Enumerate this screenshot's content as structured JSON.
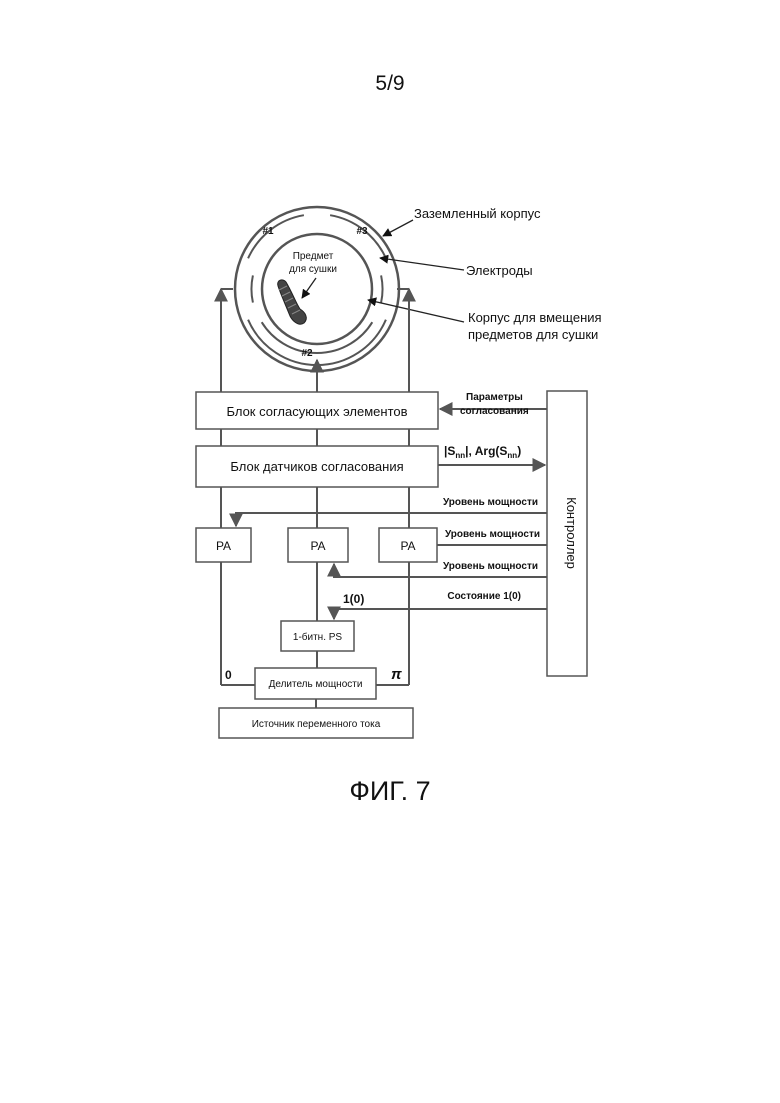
{
  "page_number": "5/9",
  "figure_caption": "ФИГ. 7",
  "labels": {
    "grounded_body": "Заземленный корпус",
    "electrodes": "Электроды",
    "container_line1": "Корпус для вмещения",
    "container_line2": "предметов для сушки",
    "item_line1": "Предмет",
    "item_line2": "для сушки",
    "electrode_1": "#1",
    "electrode_2": "#2",
    "electrode_3": "#3",
    "matching_params_line1": "Параметры",
    "matching_params_line2": "согласования",
    "s_abs_prefix": "|S",
    "s_sub": "nn",
    "s_arg_mid": "|, Arg(S",
    "s_close": ")",
    "power_level_1": "Уровень мощности",
    "power_level_2": "Уровень мощности",
    "power_level_3": "Уровень мощности",
    "state": "Состояние 1(0)",
    "state_value": "1(0)",
    "phase_zero": "0",
    "phase_pi": "π"
  },
  "blocks": {
    "matching_elements": "Блок согласующих элементов",
    "matching_sensors": "Блок датчиков согласования",
    "pa_left": "PA",
    "pa_center": "PA",
    "pa_right": "PA",
    "phase_shifter": "1-битн. PS",
    "power_divider": "Делитель мощности",
    "ac_source": "Источник переменного тока",
    "controller": "Контроллер"
  },
  "colors": {
    "line": "#555555",
    "text": "#111111",
    "item": "#444444"
  }
}
